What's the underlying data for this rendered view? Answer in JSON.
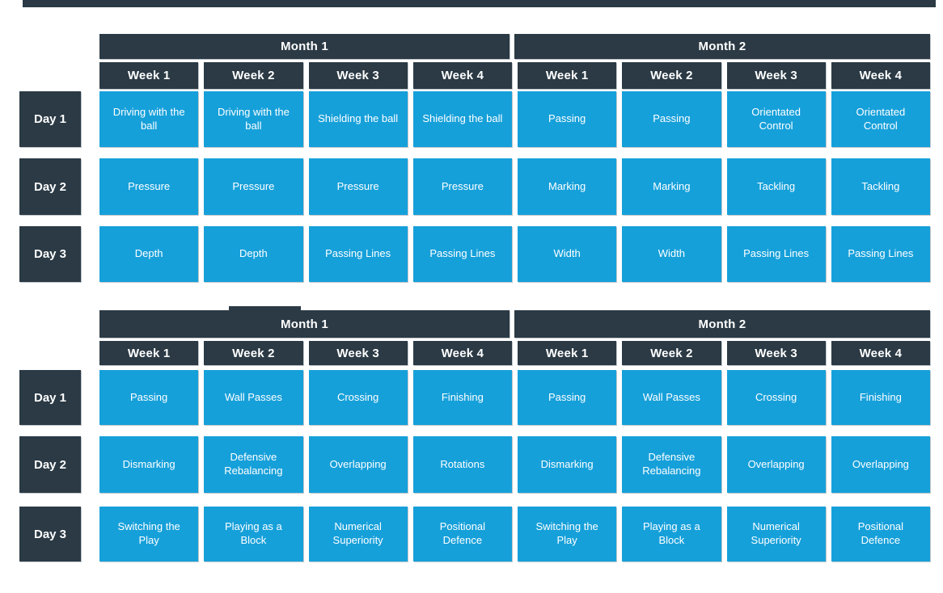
{
  "colors": {
    "dark_header": "#2b3a45",
    "cell_blue": "#16a0da",
    "text_on_dark": "#ffffff",
    "page_bg": "#ffffff"
  },
  "grids": [
    {
      "months": [
        "Month 1",
        "Month 2"
      ],
      "weeks": [
        "Week 1",
        "Week 2",
        "Week 3",
        "Week 4",
        "Week 1",
        "Week 2",
        "Week 3",
        "Week 4"
      ],
      "rows": [
        {
          "day": "Day 1",
          "cells": [
            "Driving with the ball",
            "Driving with the ball",
            "Shielding the ball",
            "Shielding the ball",
            "Passing",
            "Passing",
            "Orientated Control",
            "Orientated Control"
          ]
        },
        {
          "day": "Day 2",
          "cells": [
            "Pressure",
            "Pressure",
            "Pressure",
            "Pressure",
            "Marking",
            "Marking",
            "Tackling",
            "Tackling"
          ]
        },
        {
          "day": "Day 3",
          "cells": [
            "Depth",
            "Depth",
            "Passing Lines",
            "Passing Lines",
            "Width",
            "Width",
            "Passing Lines",
            "Passing Lines"
          ]
        }
      ]
    },
    {
      "months": [
        "Month 1",
        "Month 2"
      ],
      "weeks": [
        "Week 1",
        "Week 2",
        "Week 3",
        "Week 4",
        "Week 1",
        "Week 2",
        "Week 3",
        "Week 4"
      ],
      "rows": [
        {
          "day": "Day 1",
          "cells": [
            "Passing",
            "Wall Passes",
            "Crossing",
            "Finishing",
            "Passing",
            "Wall Passes",
            "Crossing",
            "Finishing"
          ]
        },
        {
          "day": "Day 2",
          "cells": [
            "Dismarking",
            "Defensive Rebalancing",
            "Overlapping",
            "Rotations",
            "Dismarking",
            "Defensive Rebalancing",
            "Overlapping",
            "Overlapping"
          ]
        },
        {
          "day": "Day 3",
          "cells": [
            "Switching the Play",
            "Playing as a Block",
            "Numerical Superiority",
            "Positional Defence",
            "Switching the Play",
            "Playing as a Block",
            "Numerical Superiority",
            "Positional Defence"
          ]
        }
      ]
    }
  ]
}
